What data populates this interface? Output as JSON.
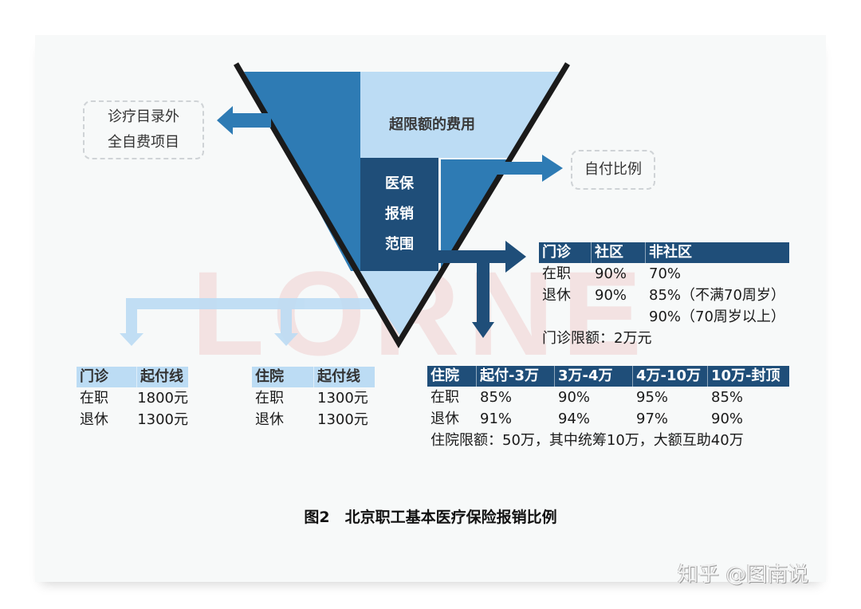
{
  "colors": {
    "dark_blue": "#1f4e79",
    "mid_blue": "#2e7bb4",
    "light_blue": "#bcdcf4",
    "funnel_outline": "#1a1a1a",
    "watermark": "#e67878"
  },
  "watermark": "LORNE",
  "funnel": {
    "over_limit_label": "超限额的费用",
    "scope_label_lines": [
      "医保",
      "报销",
      "范围"
    ]
  },
  "callouts": {
    "out_of_catalog": [
      "诊疗目录外",
      "全自费项目"
    ],
    "self_pay_ratio": "自付比例"
  },
  "outpatient_threshold": {
    "headers": [
      "门诊",
      "起付线"
    ],
    "rows": [
      [
        "在职",
        "1800元"
      ],
      [
        "退休",
        "1300元"
      ]
    ]
  },
  "inpatient_threshold": {
    "headers": [
      "住院",
      "起付线"
    ],
    "rows": [
      [
        "在职",
        "1300元"
      ],
      [
        "退休",
        "1300元"
      ]
    ]
  },
  "outpatient_ratio": {
    "headers": [
      "门诊",
      "社区",
      "非社区"
    ],
    "rows": [
      [
        "在职",
        "90%",
        "70%"
      ],
      [
        "退休",
        "90%",
        "85%（不满70周岁）"
      ],
      [
        "",
        "",
        "90%（70周岁以上）"
      ]
    ],
    "limit_note": "门诊限额：2万元"
  },
  "inpatient_ratio": {
    "headers": [
      "住院",
      "起付-3万",
      "3万-4万",
      "4万-10万",
      "10万-封顶"
    ],
    "rows": [
      [
        "在职",
        "85%",
        "90%",
        "95%",
        "85%"
      ],
      [
        "退休",
        "91%",
        "94%",
        "97%",
        "90%"
      ]
    ],
    "limit_note": "住院限额：50万，其中统筹10万，大额互助40万"
  },
  "caption": "图2　北京职工基本医疗保险报销比例",
  "credit": "知乎 @图南说"
}
